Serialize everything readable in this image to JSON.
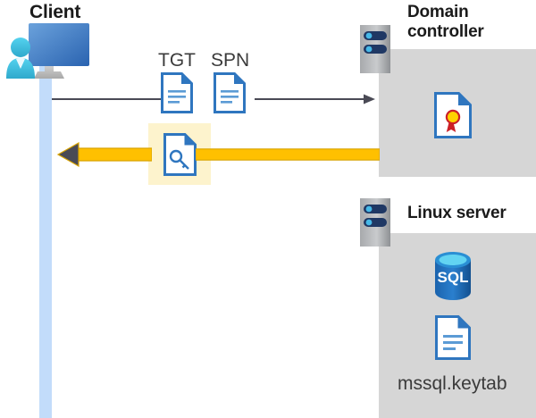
{
  "diagram": {
    "title": "Kerberos authentication flow between client, domain controller and Linux server",
    "background": "#ffffff"
  },
  "client": {
    "label": "Client",
    "icon": "user-computer-icon",
    "lifeline_color": "#c2dcfa"
  },
  "domain_controller": {
    "label_line1": "Domain",
    "label_line2": "controller",
    "server_icon": "server-icon",
    "panel_color": "#d6d6d6",
    "contents": [
      {
        "icon": "certificate-document-icon",
        "label": ""
      }
    ]
  },
  "linux_server": {
    "label": "Linux server",
    "server_icon": "server-icon",
    "panel_color": "#d6d6d6",
    "contents": [
      {
        "icon": "sql-database-icon",
        "label": "SQL"
      },
      {
        "icon": "document-icon",
        "label": "mssql.keytab"
      }
    ]
  },
  "flows": [
    {
      "id": "request",
      "direction": "right",
      "color": "#4a4a55",
      "style": "thin-line",
      "tokens": [
        {
          "label": "TGT",
          "icon": "document-icon"
        },
        {
          "label": "SPN",
          "icon": "document-icon"
        }
      ]
    },
    {
      "id": "response",
      "direction": "left",
      "color": "#ffc000",
      "style": "thick-line",
      "highlight_color": "#fdf3cd",
      "tokens": [
        {
          "label": "",
          "icon": "key-document-icon"
        }
      ]
    }
  ],
  "colors": {
    "accent_blue": "#2f76bf",
    "doc_fill": "#ffffff",
    "doc_stroke": "#2f76bf",
    "arrow_gold": "#ffc000",
    "arrow_dark": "#4a4a55",
    "panel_gray": "#d6d6d6",
    "text_dark": "#1b1b1b",
    "text_gray": "#3b3b3b",
    "sql_blue": "#1b63ad",
    "sql_top": "#50c5ef",
    "cert_gold": "#ffd200",
    "cert_red": "#cc2027"
  }
}
